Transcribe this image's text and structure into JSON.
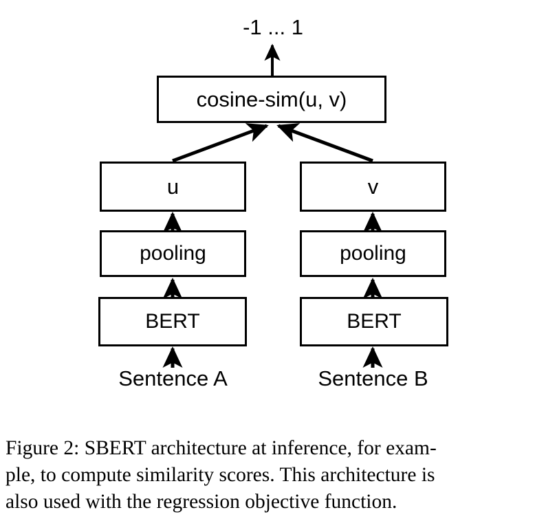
{
  "figure": {
    "id": "figure-2",
    "caption_lines": [
      "Figure 2:  SBERT architecture at inference, for exam-",
      "ple, to compute similarity scores.  This architecture is",
      "also used with the regression objective function."
    ],
    "caption_full": "Figure 2: SBERT architecture at inference, for example, to compute similarity scores. This architecture is also used with the regression objective function."
  },
  "diagram": {
    "type": "flow-diagram",
    "title": "SBERT architecture at inference",
    "output_label": "-1 ... 1",
    "nodes": {
      "cosine_sim": "cosine-sim(u, v)",
      "u": "u",
      "v": "v",
      "pooling_left": "pooling",
      "pooling_right": "pooling",
      "bert_left": "BERT",
      "bert_right": "BERT"
    },
    "inputs": {
      "sentence_a": "Sentence A",
      "sentence_b": "Sentence B"
    },
    "edges": [
      {
        "from": "Sentence A",
        "to": "BERT (left)",
        "style": "vertical-arrow"
      },
      {
        "from": "BERT (left)",
        "to": "pooling (left)",
        "style": "vertical-arrow"
      },
      {
        "from": "pooling (left)",
        "to": "u",
        "style": "vertical-arrow"
      },
      {
        "from": "u",
        "to": "cosine-sim(u, v)",
        "style": "diagonal-arrow"
      },
      {
        "from": "Sentence B",
        "to": "BERT (right)",
        "style": "vertical-arrow"
      },
      {
        "from": "BERT (right)",
        "to": "pooling (right)",
        "style": "vertical-arrow"
      },
      {
        "from": "pooling (right)",
        "to": "v",
        "style": "vertical-arrow"
      },
      {
        "from": "v",
        "to": "cosine-sim(u, v)",
        "style": "diagonal-arrow"
      },
      {
        "from": "cosine-sim(u, v)",
        "to": "-1 ... 1",
        "style": "vertical-arrow"
      }
    ],
    "colors": {
      "stroke": "#000000",
      "fill": "#ffffff",
      "text": "#000000"
    }
  }
}
